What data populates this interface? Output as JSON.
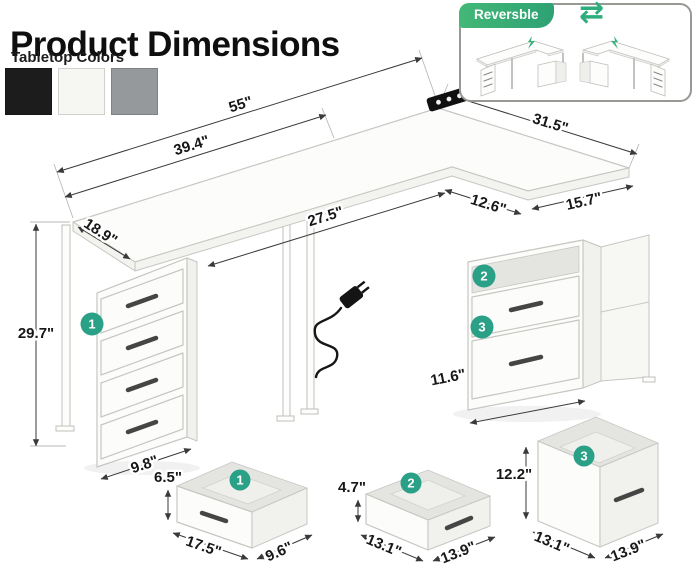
{
  "colors": {
    "accent_green": "#2aa086",
    "badge_green": "#3cb070"
  },
  "header": {
    "title": "Product Dimensions",
    "tabletop_colors_label": "Tabletop Colors",
    "swatches": [
      {
        "name": "black",
        "hex": "#1c1c1c"
      },
      {
        "name": "white",
        "hex": "#f6f6f2"
      },
      {
        "name": "gray",
        "hex": "#96999b"
      }
    ]
  },
  "reversible": {
    "label": "Reversble",
    "swap_icon": "⇄"
  },
  "desk": {
    "top_width": "55\"",
    "left_width": "39.4\"",
    "return_length": "31.5\"",
    "depth": "18.9\"",
    "front_span": "27.5\"",
    "return_inner": "12.6\"",
    "return_width": "15.7\"",
    "height": "29.7\"",
    "pedestal_width": "9.8\"",
    "cabinet_width": "11.6\""
  },
  "drawers": {
    "d1": {
      "num": "1",
      "height": "6.5\"",
      "width": "17.5\"",
      "depth": "9.6\""
    },
    "d2": {
      "num": "2",
      "height": "4.7\"",
      "width": "13.9\"",
      "depth": "13.1\""
    },
    "d3": {
      "num": "3",
      "height": "12.2\"",
      "width": "13.9\"",
      "depth": "13.1\""
    }
  }
}
